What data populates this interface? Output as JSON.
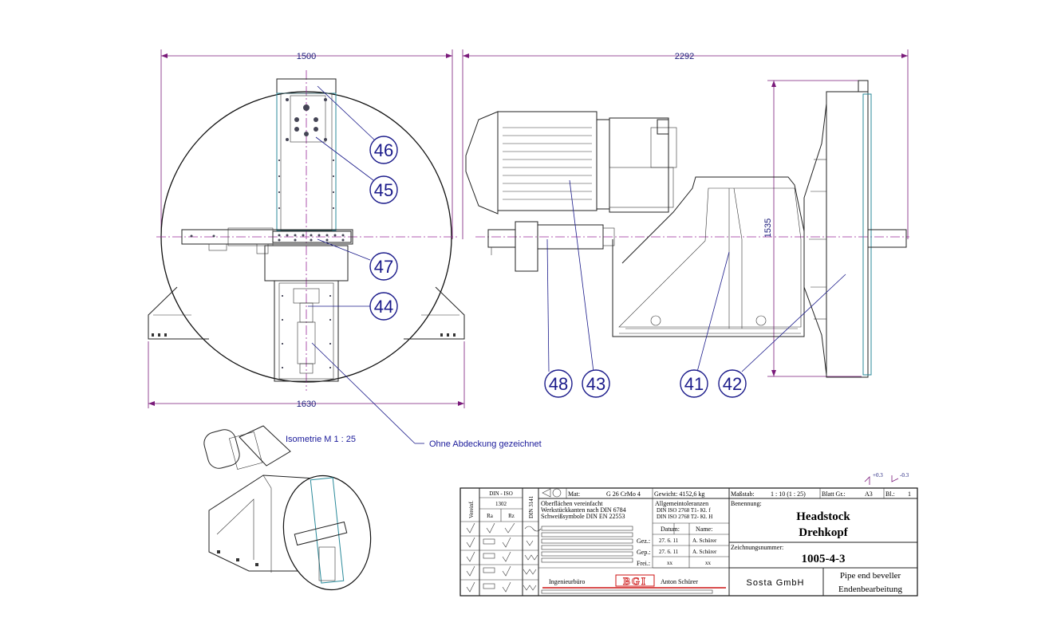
{
  "dimensions": {
    "front_width": "1500",
    "base_width": "1630",
    "side_length": "2292",
    "side_height": "1535"
  },
  "balloons": [
    {
      "id": "46",
      "label": "46"
    },
    {
      "id": "45",
      "label": "45"
    },
    {
      "id": "47",
      "label": "47"
    },
    {
      "id": "44",
      "label": "44"
    },
    {
      "id": "48",
      "label": "48"
    },
    {
      "id": "43",
      "label": "43"
    },
    {
      "id": "41",
      "label": "41"
    },
    {
      "id": "42",
      "label": "42"
    }
  ],
  "notes": {
    "isometric": "Isometrie M 1 : 25",
    "no_cover": "Ohne Abdeckung gezeichnet"
  },
  "tolerance": {
    "plus": "+0.3",
    "minus": "-0.3"
  },
  "title_block": {
    "vereinf": "Vereinf.",
    "din_iso": "DIN - ISO",
    "din_iso_num": "1302",
    "ra": "Ra",
    "rz": "Rz",
    "din3141": "DIN 3141",
    "mat_label": "Mat:",
    "mat_value": "G 26 CrMo 4",
    "gewicht": "Gewicht: 4152,6 kg",
    "massstab_label": "Maßstab:",
    "massstab_value": "1 : 10 (1 : 25)",
    "blatt_label": "Blatt Gr.:",
    "blatt_value": "A3",
    "bl_label": "Bl.:",
    "bl_value": "1",
    "oberflaechen": "Oberflächen vereinfacht",
    "werkstueck": "Werkstückkanten nach DIN 6784",
    "schweiss": "Schweißsymbole DIN EN 22553",
    "allg_tol": "Allgemeintoleranzen",
    "iso1": "DIN ISO 2768 T1- Kl. f",
    "iso2": "DIN ISO 2768 T2- Kl. H",
    "datum": "Datum:",
    "name": "Name:",
    "gez": "Gez.:",
    "gez_date": "27. 6. 11",
    "gez_name": "A. Schürer",
    "gep": "Gep.:",
    "gep_date": "27. 6. 11",
    "gep_name": "A. Schürer",
    "frei": "Frei.:",
    "frei_date": "xx",
    "frei_name": "xx",
    "benennung": "Benennung:",
    "title_en": "Headstock",
    "title_de": "Drehkopf",
    "zeichnungsnummer": "Zeichnungsnummer:",
    "drawing_no": "1005-4-3",
    "company": "Sosta GmbH",
    "desc_en": "Pipe end beveller",
    "desc_de": "Endenbearbeitung",
    "ingbuero": "Ingenieurbüro",
    "logo": "BGI",
    "engineer": "Anton Schürer"
  }
}
